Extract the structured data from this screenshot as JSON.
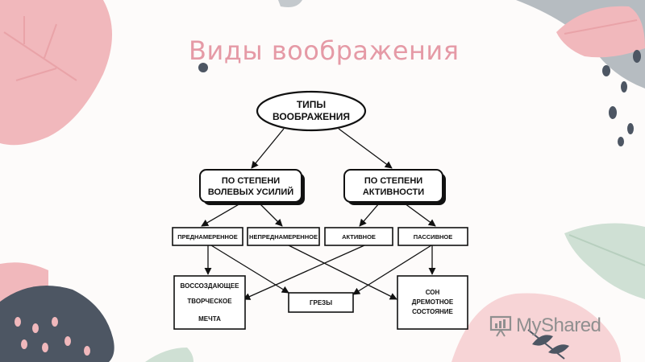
{
  "title": "Виды воображения",
  "watermark": "MyShared",
  "colors": {
    "title": "#e59aa6",
    "pink_leaf": "#f1b8bc",
    "gray_leaf": "#b6bcc1",
    "green_leaf": "#cfe0d4",
    "dark_blob": "#4d5663",
    "background": "#fdfbfa"
  },
  "diagram": {
    "root": [
      "ТИПЫ",
      "ВООБРАЖЕНИЯ"
    ],
    "criteria": [
      [
        "ПО СТЕПЕНИ",
        "ВОЛЕВЫХ УСИЛИЙ"
      ],
      [
        "ПО СТЕПЕНИ",
        "АКТИВНОСТИ"
      ]
    ],
    "types": [
      "ПРЕДНАМЕРЕННОЕ",
      "НЕПРЕДНАМЕРЕННОЕ",
      "АКТИВНОЕ",
      "ПАССИВНОЕ"
    ],
    "results": [
      [
        "ВОССОЗДАЮЩЕЕ",
        "ТВОРЧЕСКОЕ",
        "МЕЧТА"
      ],
      [
        "ГРЕЗЫ"
      ],
      [
        "СОН",
        "ДРЕМОТНОЕ",
        "СОСТОЯНИЕ"
      ]
    ]
  }
}
